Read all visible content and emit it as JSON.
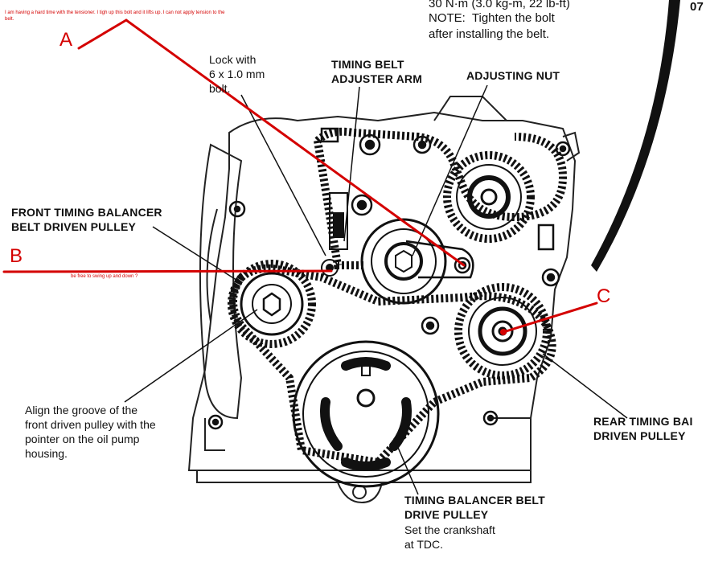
{
  "note": {
    "torque": "30 N·m (3.0 kg-m, 22 lb-ft)",
    "line1": "NOTE:  Tighten the bolt",
    "line2": "after installing the belt.",
    "page": "07"
  },
  "user_notes": {
    "top_line1": "I am having a hard time with the tensioner. I tigh up this bolt and it lifts up. I can not apply tension to the",
    "top_line2": "belt.",
    "middle": "be free to swing up and down ?"
  },
  "markers": {
    "a": "A",
    "b": "B",
    "c": "C"
  },
  "labels": {
    "lock_line1": "Lock with",
    "lock_line2": "6 x 1.0 mm",
    "lock_line3": "bolt.",
    "adjuster_line1": "TIMING BELT",
    "adjuster_line2": "ADJUSTER ARM",
    "adjusting_nut": "ADJUSTING NUT",
    "front_pulley_line1": "FRONT TIMING BALANCER",
    "front_pulley_line2": "BELT DRIVEN PULLEY",
    "align_line1": "Align the groove of the",
    "align_line2": "front driven pulley with the",
    "align_line3": "pointer on the oil pump",
    "align_line4": "housing.",
    "rear_line1": "REAR TIMING BAI",
    "rear_line2": "DRIVEN PULLEY",
    "drive_line1": "TIMING BALANCER BELT",
    "drive_line2": "DRIVE PULLEY",
    "drive_line3": "Set the crankshaft",
    "drive_line4": "at TDC."
  },
  "colors": {
    "annotation": "#d40000",
    "ink": "#111111"
  }
}
